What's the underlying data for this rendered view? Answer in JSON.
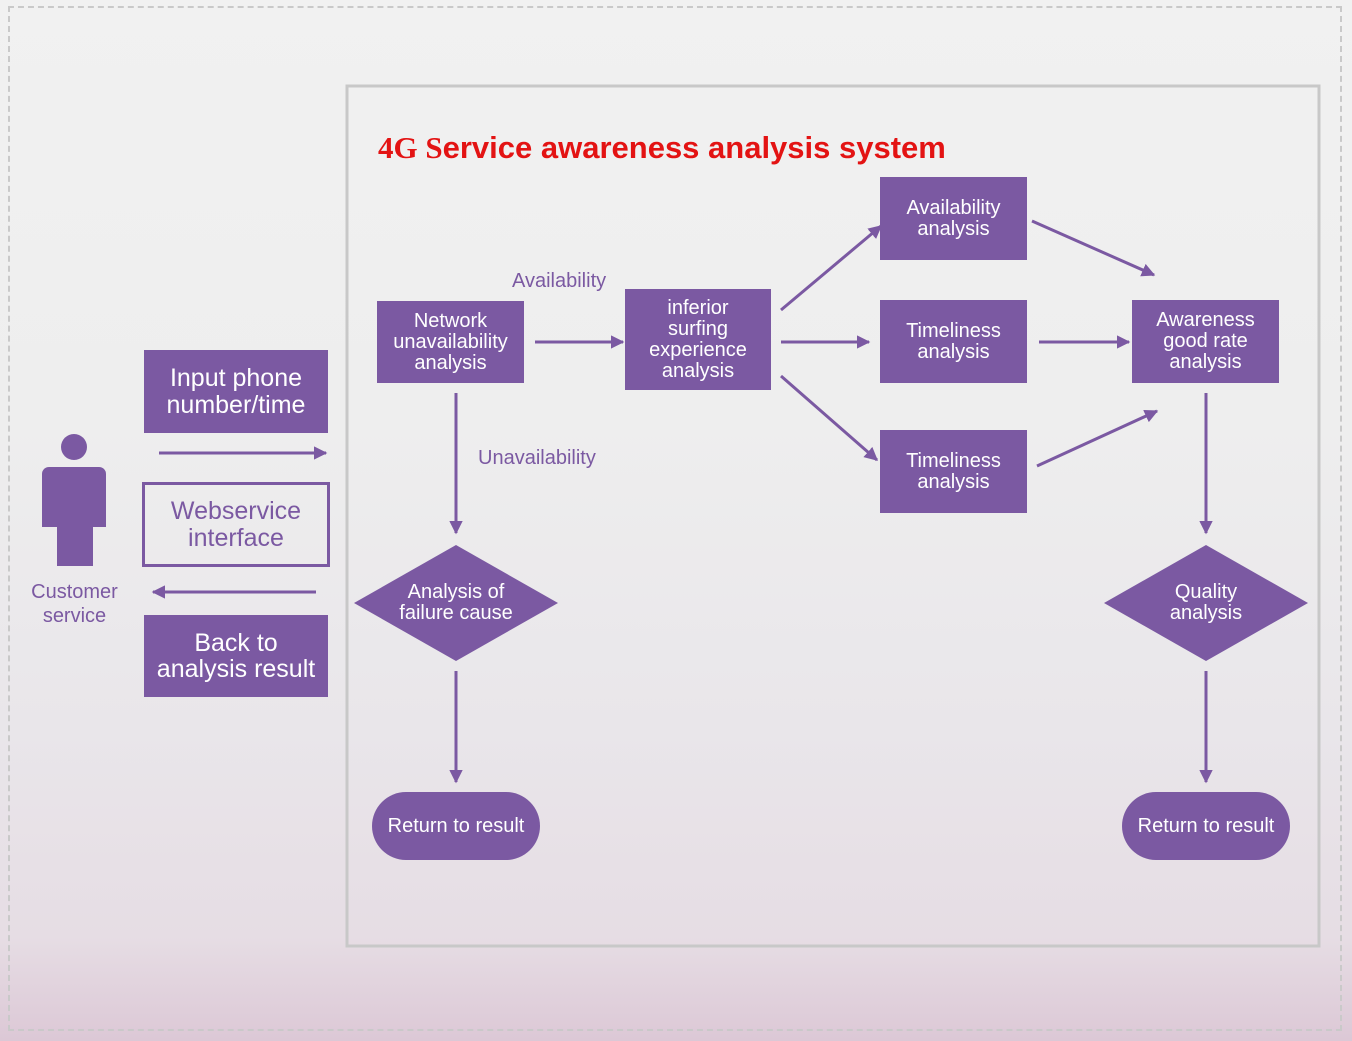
{
  "title": {
    "prefix": "4G S",
    "rest": "ervice awareness analysis system"
  },
  "colors": {
    "primary": "#7b59a2",
    "title_red": "#e31313",
    "panel_border": "#c8c8c8",
    "background": "#eeeeee"
  },
  "actor": {
    "label": "Customer service"
  },
  "left": {
    "input": "Input phone number/time",
    "interface": "Webservice interface",
    "back": "Back to analysis result"
  },
  "nodes": {
    "network": "Network unavailability analysis",
    "inferior": "inferior surfing experience analysis",
    "availability": "Availability analysis",
    "timeliness1": "Timeliness analysis",
    "timeliness2": "Timeliness analysis",
    "awareness": "Awareness good rate analysis",
    "failure": "Analysis of failure cause",
    "quality": "Quality analysis",
    "return_left": "Return to result",
    "return_right": "Return to result"
  },
  "edge_labels": {
    "availability": "Availability",
    "unavailability": "Unavailability"
  }
}
